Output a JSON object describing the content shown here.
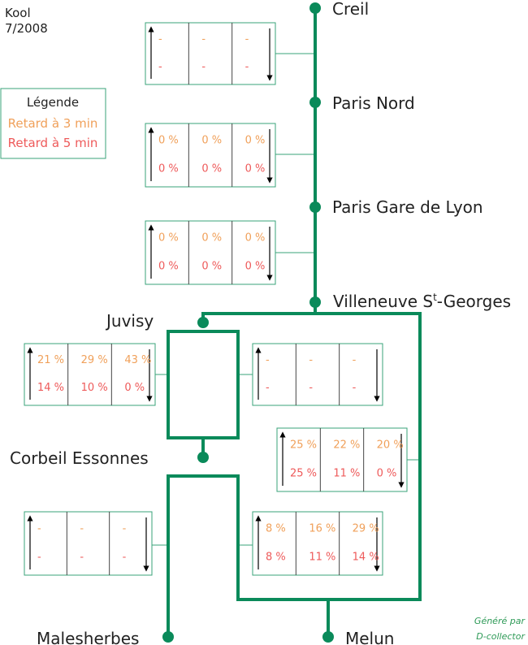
{
  "header": {
    "line1": "Kool",
    "line2": "7/2008"
  },
  "legend": {
    "title": "Légende",
    "item_3min": "Retard à 3 min",
    "item_5min": "Retard à 5 min"
  },
  "credit": {
    "line1": "Généré par",
    "line2": "D-collector"
  },
  "colors": {
    "line": "#0a8a5a",
    "retard_3min": "#f0a05a",
    "retard_5min": "#ee5a5a",
    "box_border": "#3aa37a"
  },
  "stations": {
    "creil": "Creil",
    "paris_nord": "Paris Nord",
    "paris_gare_de_lyon": "Paris Gare de Lyon",
    "villeneuve_prefix": "Villeneuve S",
    "villeneuve_sup": "t",
    "villeneuve_suffix": "-Georges",
    "juvisy": "Juvisy",
    "corbeil": "Corbeil Essonnes",
    "malesherbes": "Malesherbes",
    "melun": "Melun"
  },
  "segments": {
    "creil_paris_nord": {
      "r3": [
        "-",
        "-",
        "-"
      ],
      "r5": [
        "-",
        "-",
        "-"
      ]
    },
    "paris_nord_gare_de_lyon": {
      "r3": [
        "0 %",
        "0 %",
        "0 %"
      ],
      "r5": [
        "0 %",
        "0 %",
        "0 %"
      ]
    },
    "gare_de_lyon_villeneuve": {
      "r3": [
        "0 %",
        "0 %",
        "0 %"
      ],
      "r5": [
        "0 %",
        "0 %",
        "0 %"
      ]
    },
    "juvisy_corbeil_west": {
      "r3": [
        "21 %",
        "29 %",
        "43 %"
      ],
      "r5": [
        "14 %",
        "10 %",
        "0 %"
      ]
    },
    "juvisy_corbeil_east": {
      "r3": [
        "-",
        "-",
        "-"
      ],
      "r5": [
        "-",
        "-",
        "-"
      ]
    },
    "villeneuve_melun": {
      "r3": [
        "25 %",
        "22 %",
        "20 %"
      ],
      "r5": [
        "25 %",
        "11 %",
        "0 %"
      ]
    },
    "corbeil_malesherbes": {
      "r3": [
        "-",
        "-",
        "-"
      ],
      "r5": [
        "-",
        "-",
        "-"
      ]
    },
    "corbeil_melun": {
      "r3": [
        "8 %",
        "16 %",
        "29 %"
      ],
      "r5": [
        "8 %",
        "11 %",
        "14 %"
      ]
    }
  }
}
